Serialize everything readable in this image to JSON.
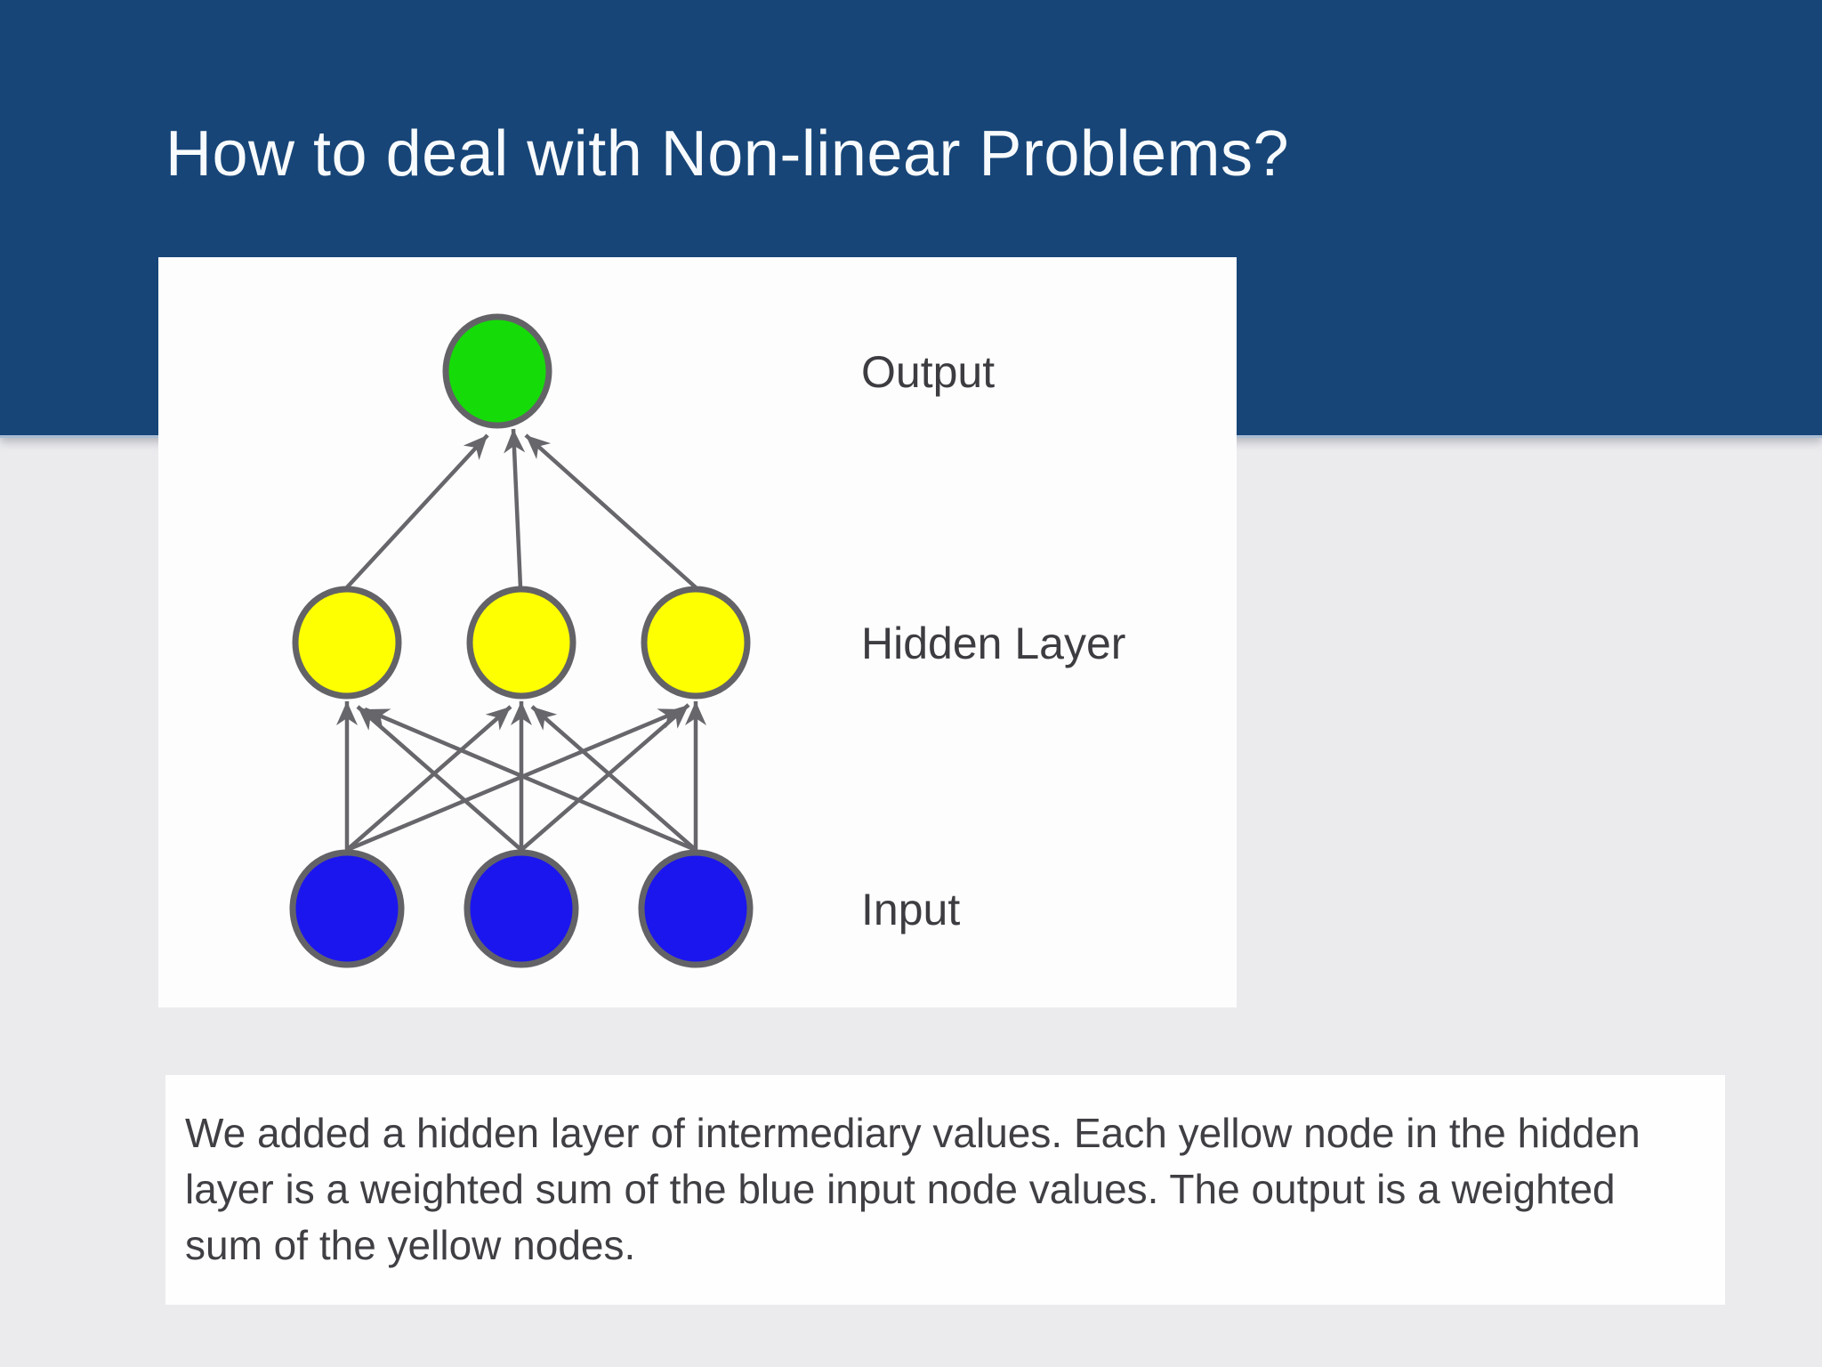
{
  "colors": {
    "page_bg": "#ebebee",
    "header_bg": "#174577",
    "header_text": "#f8fbfd",
    "panel_bg": "#fdfdfe",
    "caption_bg": "#fefefe",
    "caption_text": "#3f3f44",
    "node_output": "#15dc08",
    "node_hidden": "#feff00",
    "node_input": "#1b16ee",
    "node_border": "#636367",
    "edge": "#66666b",
    "diagram_label": "#3d3d41"
  },
  "header": {
    "title": "How to deal with Non-linear Problems?"
  },
  "diagram": {
    "labels": {
      "output": "Output",
      "hidden": "Hidden Layer",
      "input": "Input"
    },
    "layers": {
      "input_node_count": 3,
      "hidden_node_count": 3,
      "output_node_count": 1,
      "connectivity": "fully-connected, arrows point upward from input to hidden and hidden to output"
    }
  },
  "caption": {
    "text": "We added a hidden layer of intermediary values. Each yellow node in the hidden layer is a weighted sum of the blue input node values. The output is a weighted sum of the yellow nodes."
  }
}
